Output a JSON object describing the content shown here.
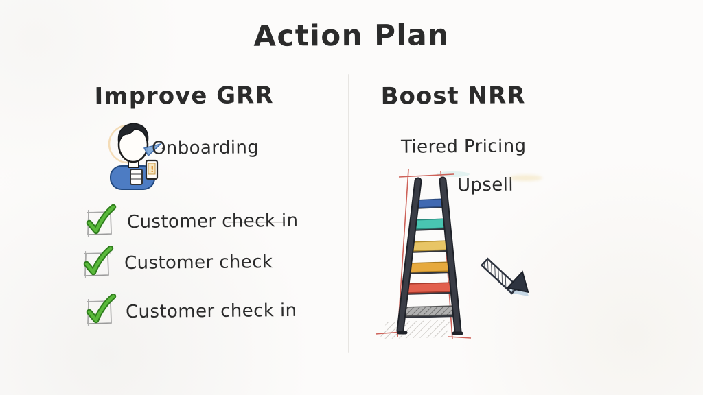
{
  "title": "Action Plan",
  "columns": {
    "left": {
      "header": "Improve GRR",
      "onboarding_label": "Onboarding",
      "checklist": [
        {
          "label": "Customer check in",
          "checked": true
        },
        {
          "label": "Customer check",
          "checked": true
        },
        {
          "label": "Customer check in",
          "checked": true
        }
      ]
    },
    "right": {
      "header": "Boost NRR",
      "tiered_pricing_label": "Tiered Pricing",
      "upsell_label": "Upsell",
      "ladder_steps": 6
    }
  },
  "icons": {
    "onboarding_person": "person-with-phone-icon",
    "checkbox": "checked-checkbox-icon",
    "ladder": "tiered-ladder-icon",
    "arrow": "arrow-down-right-icon"
  },
  "colors": {
    "background": "#fcfbfa",
    "ink": "#2b2b2b",
    "divider": "#e7e5e2",
    "check_green": "#5ab93b",
    "check_green_dark": "#2f7d1d",
    "checkbox_stroke": "#9b9b9b",
    "ladder_rail": "#3a3d46",
    "ladder_rungs": [
      "#4069b2",
      "#49c5b2",
      "#e8c566",
      "#e6a93e",
      "#e2604e",
      "#b0b0b0"
    ],
    "sketch_red": "#c6483e",
    "arrow_dark": "#2e3440",
    "arrow_shadow": "#b9cede",
    "shirt_blue": "#4d7cc3",
    "hair_dark": "#23262b",
    "accent_orange": "#e9a23b"
  }
}
